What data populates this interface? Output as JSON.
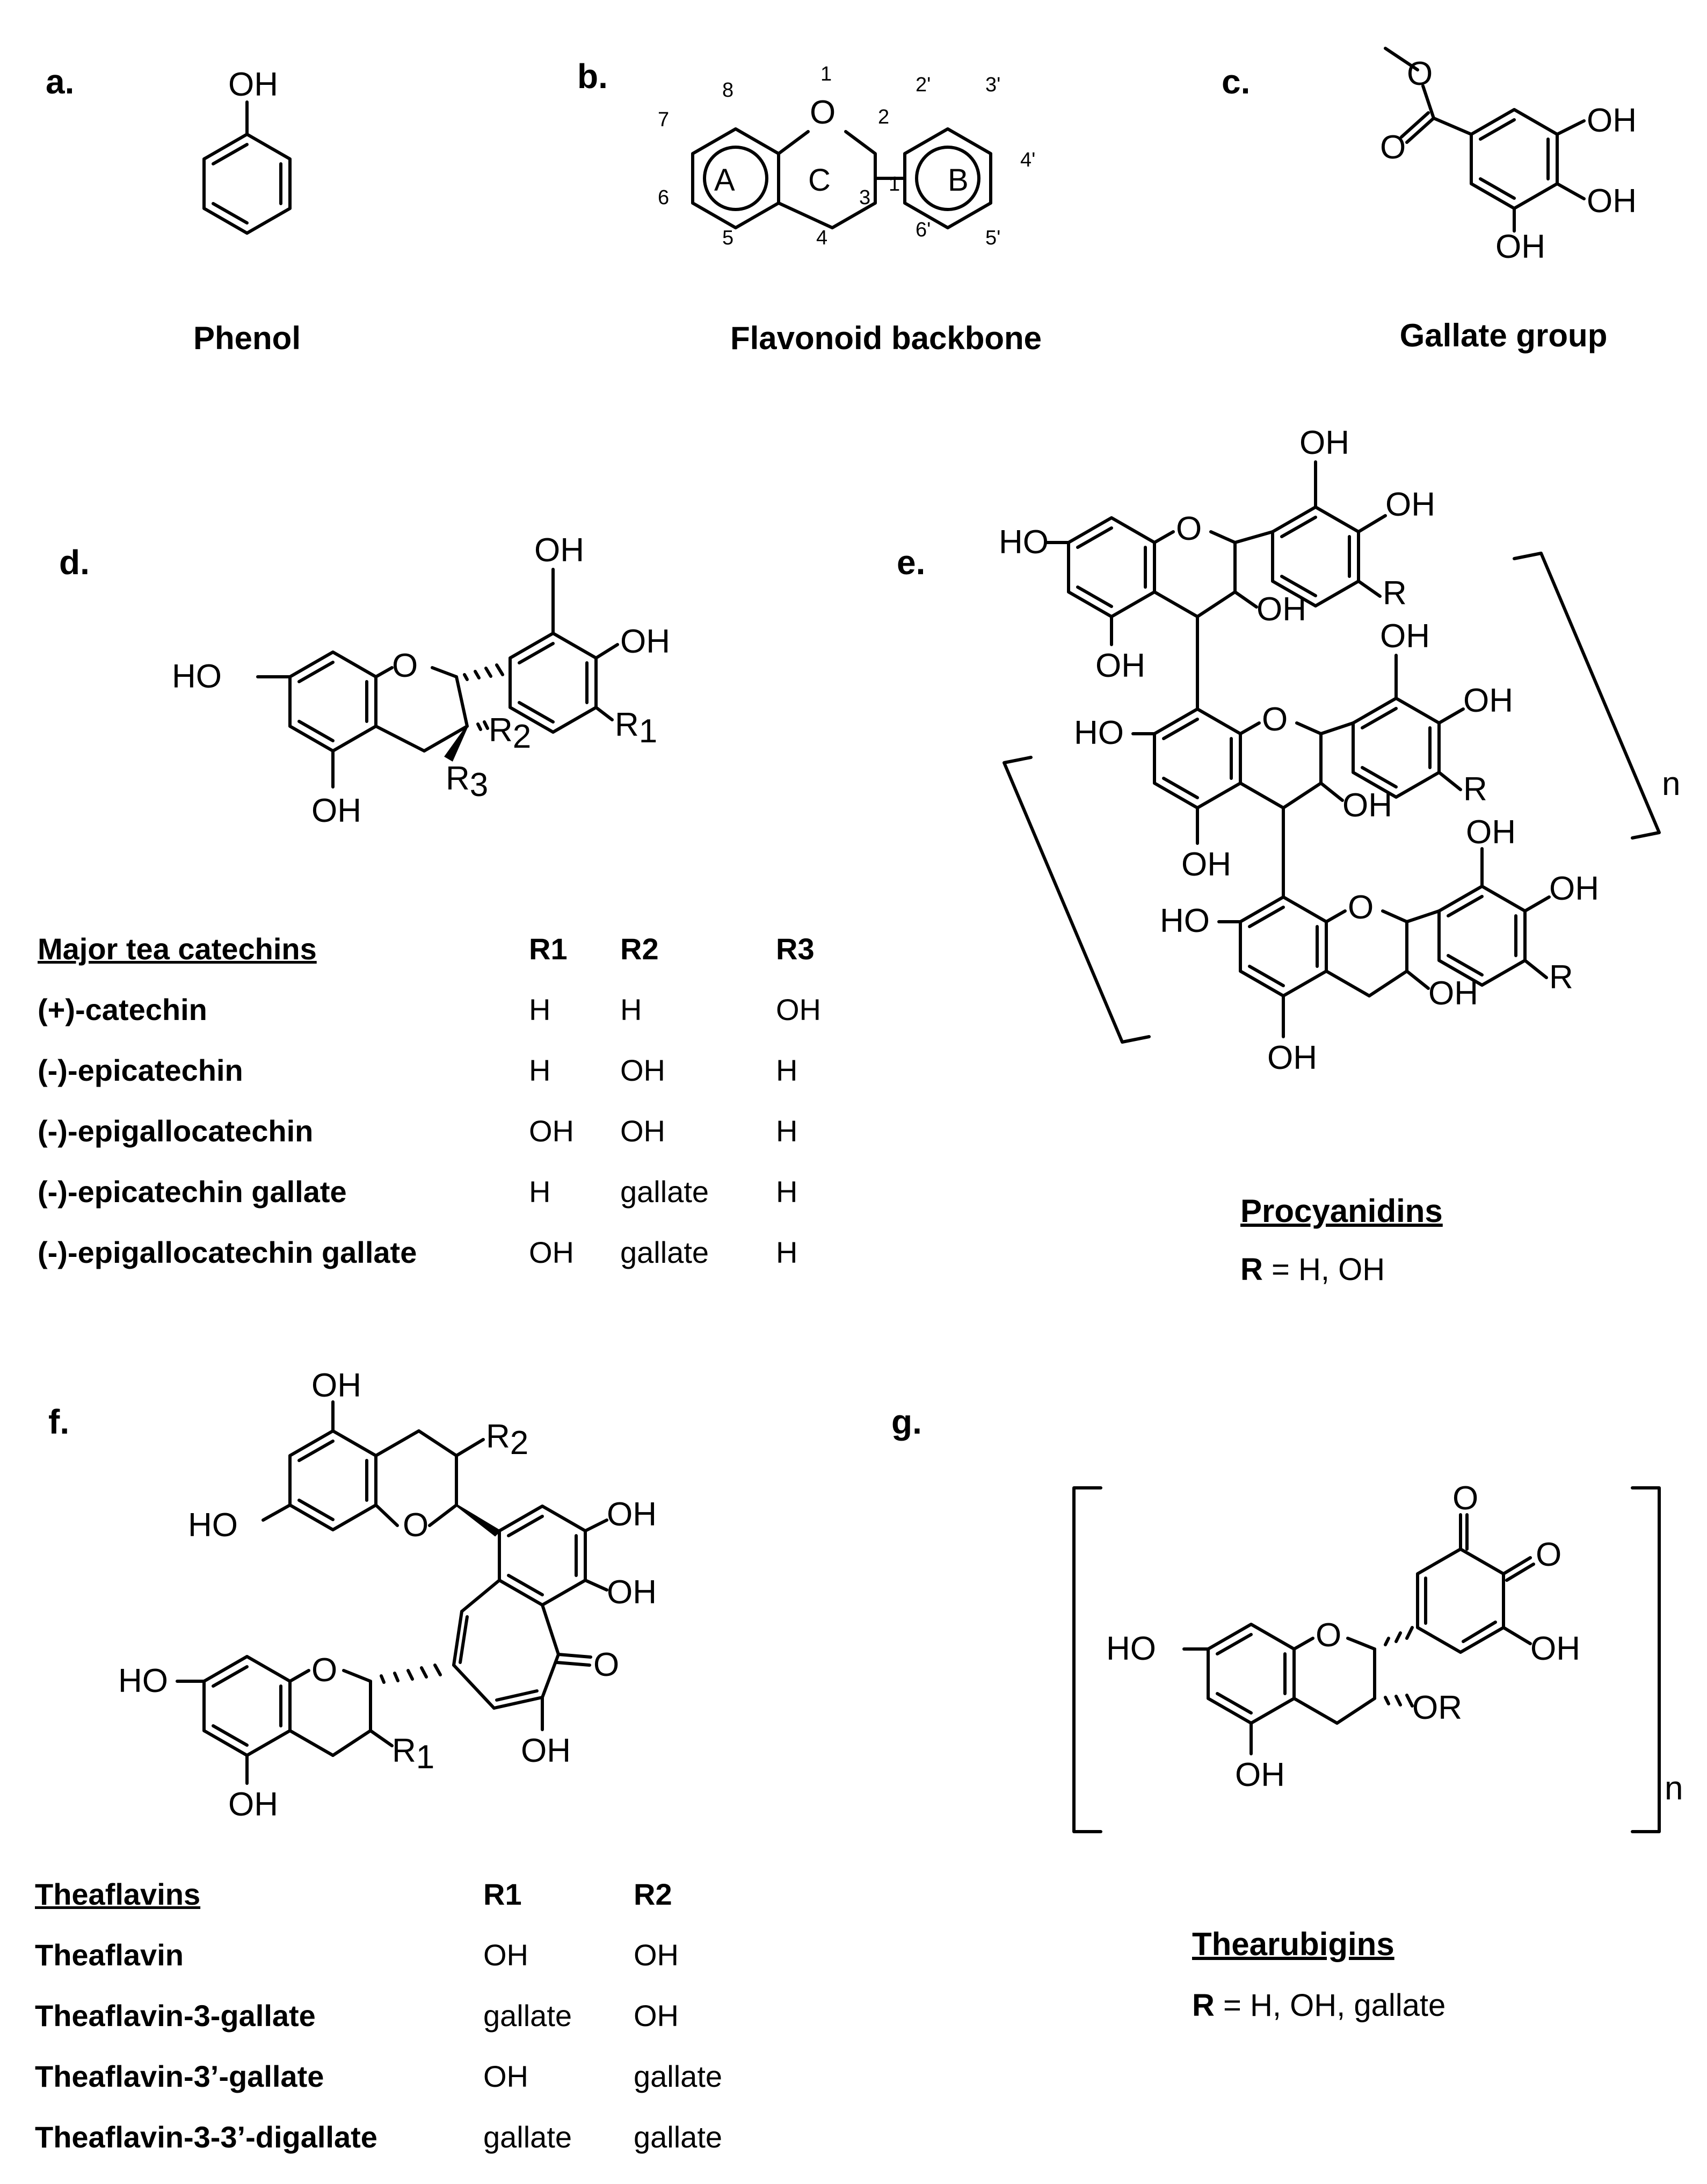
{
  "panels": {
    "a": {
      "letter": "a.",
      "caption": "Phenol",
      "labels": {
        "oh": "OH"
      }
    },
    "b": {
      "letter": "b.",
      "caption": "Flavonoid backbone",
      "atoms": {
        "o": "O",
        "ringA": "A",
        "ringB": "B",
        "ringC": "C"
      },
      "positions": {
        "n1": "1",
        "n2": "2",
        "n3": "3",
        "n4": "4",
        "n5": "5",
        "n6": "6",
        "n7": "7",
        "n8": "8",
        "n1p": "1",
        "n2p": "2'",
        "n3p": "3'",
        "n4p": "4'",
        "n5p": "5'",
        "n6p": "6'"
      }
    },
    "c": {
      "letter": "c.",
      "caption": "Gallate group",
      "labels": {
        "o": "O",
        "oh": "OH"
      }
    },
    "d": {
      "letter": "d.",
      "labels": {
        "ho": "HO",
        "oh": "OH",
        "o": "O",
        "r": "R",
        "s1": "1",
        "s2": "2",
        "s3": "3"
      },
      "table": {
        "headers": [
          "Major tea catechins",
          "R1",
          "R2",
          "R3"
        ],
        "rows": [
          [
            "(+)-catechin",
            "H",
            "H",
            "OH"
          ],
          [
            "(-)-epicatechin",
            "H",
            "OH",
            "H"
          ],
          [
            "(-)-epigallocatechin",
            "OH",
            "OH",
            "H"
          ],
          [
            "(-)-epicatechin gallate",
            "H",
            "gallate",
            "H"
          ],
          [
            "(-)-epigallocatechin gallate",
            "OH",
            "gallate",
            "H"
          ]
        ]
      }
    },
    "e": {
      "letter": "e.",
      "caption": "Procyanidins",
      "note_bold": "R",
      "note_rest": " = H, OH",
      "labels": {
        "ho": "HO",
        "oh": "OH",
        "o": "O",
        "r": "R",
        "n": "n"
      }
    },
    "f": {
      "letter": "f.",
      "labels": {
        "ho": "HO",
        "oh": "OH",
        "o": "O",
        "r": "R",
        "s1": "1",
        "s2": "2"
      },
      "table": {
        "headers": [
          "Theaflavins",
          "R1",
          "R2"
        ],
        "rows": [
          [
            "Theaflavin",
            "OH",
            "OH"
          ],
          [
            "Theaflavin-3-gallate",
            "gallate",
            "OH"
          ],
          [
            "Theaflavin-3’-gallate",
            "OH",
            "gallate"
          ],
          [
            "Theaflavin-3-3’-digallate",
            "gallate",
            "gallate"
          ]
        ]
      }
    },
    "g": {
      "letter": "g.",
      "caption": "Thearubigins",
      "note_bold": "R",
      "note_rest": " = H, OH, gallate",
      "labels": {
        "ho": "HO",
        "oh": "OH",
        "o": "O",
        "or": "OR",
        "n": "n"
      }
    }
  }
}
